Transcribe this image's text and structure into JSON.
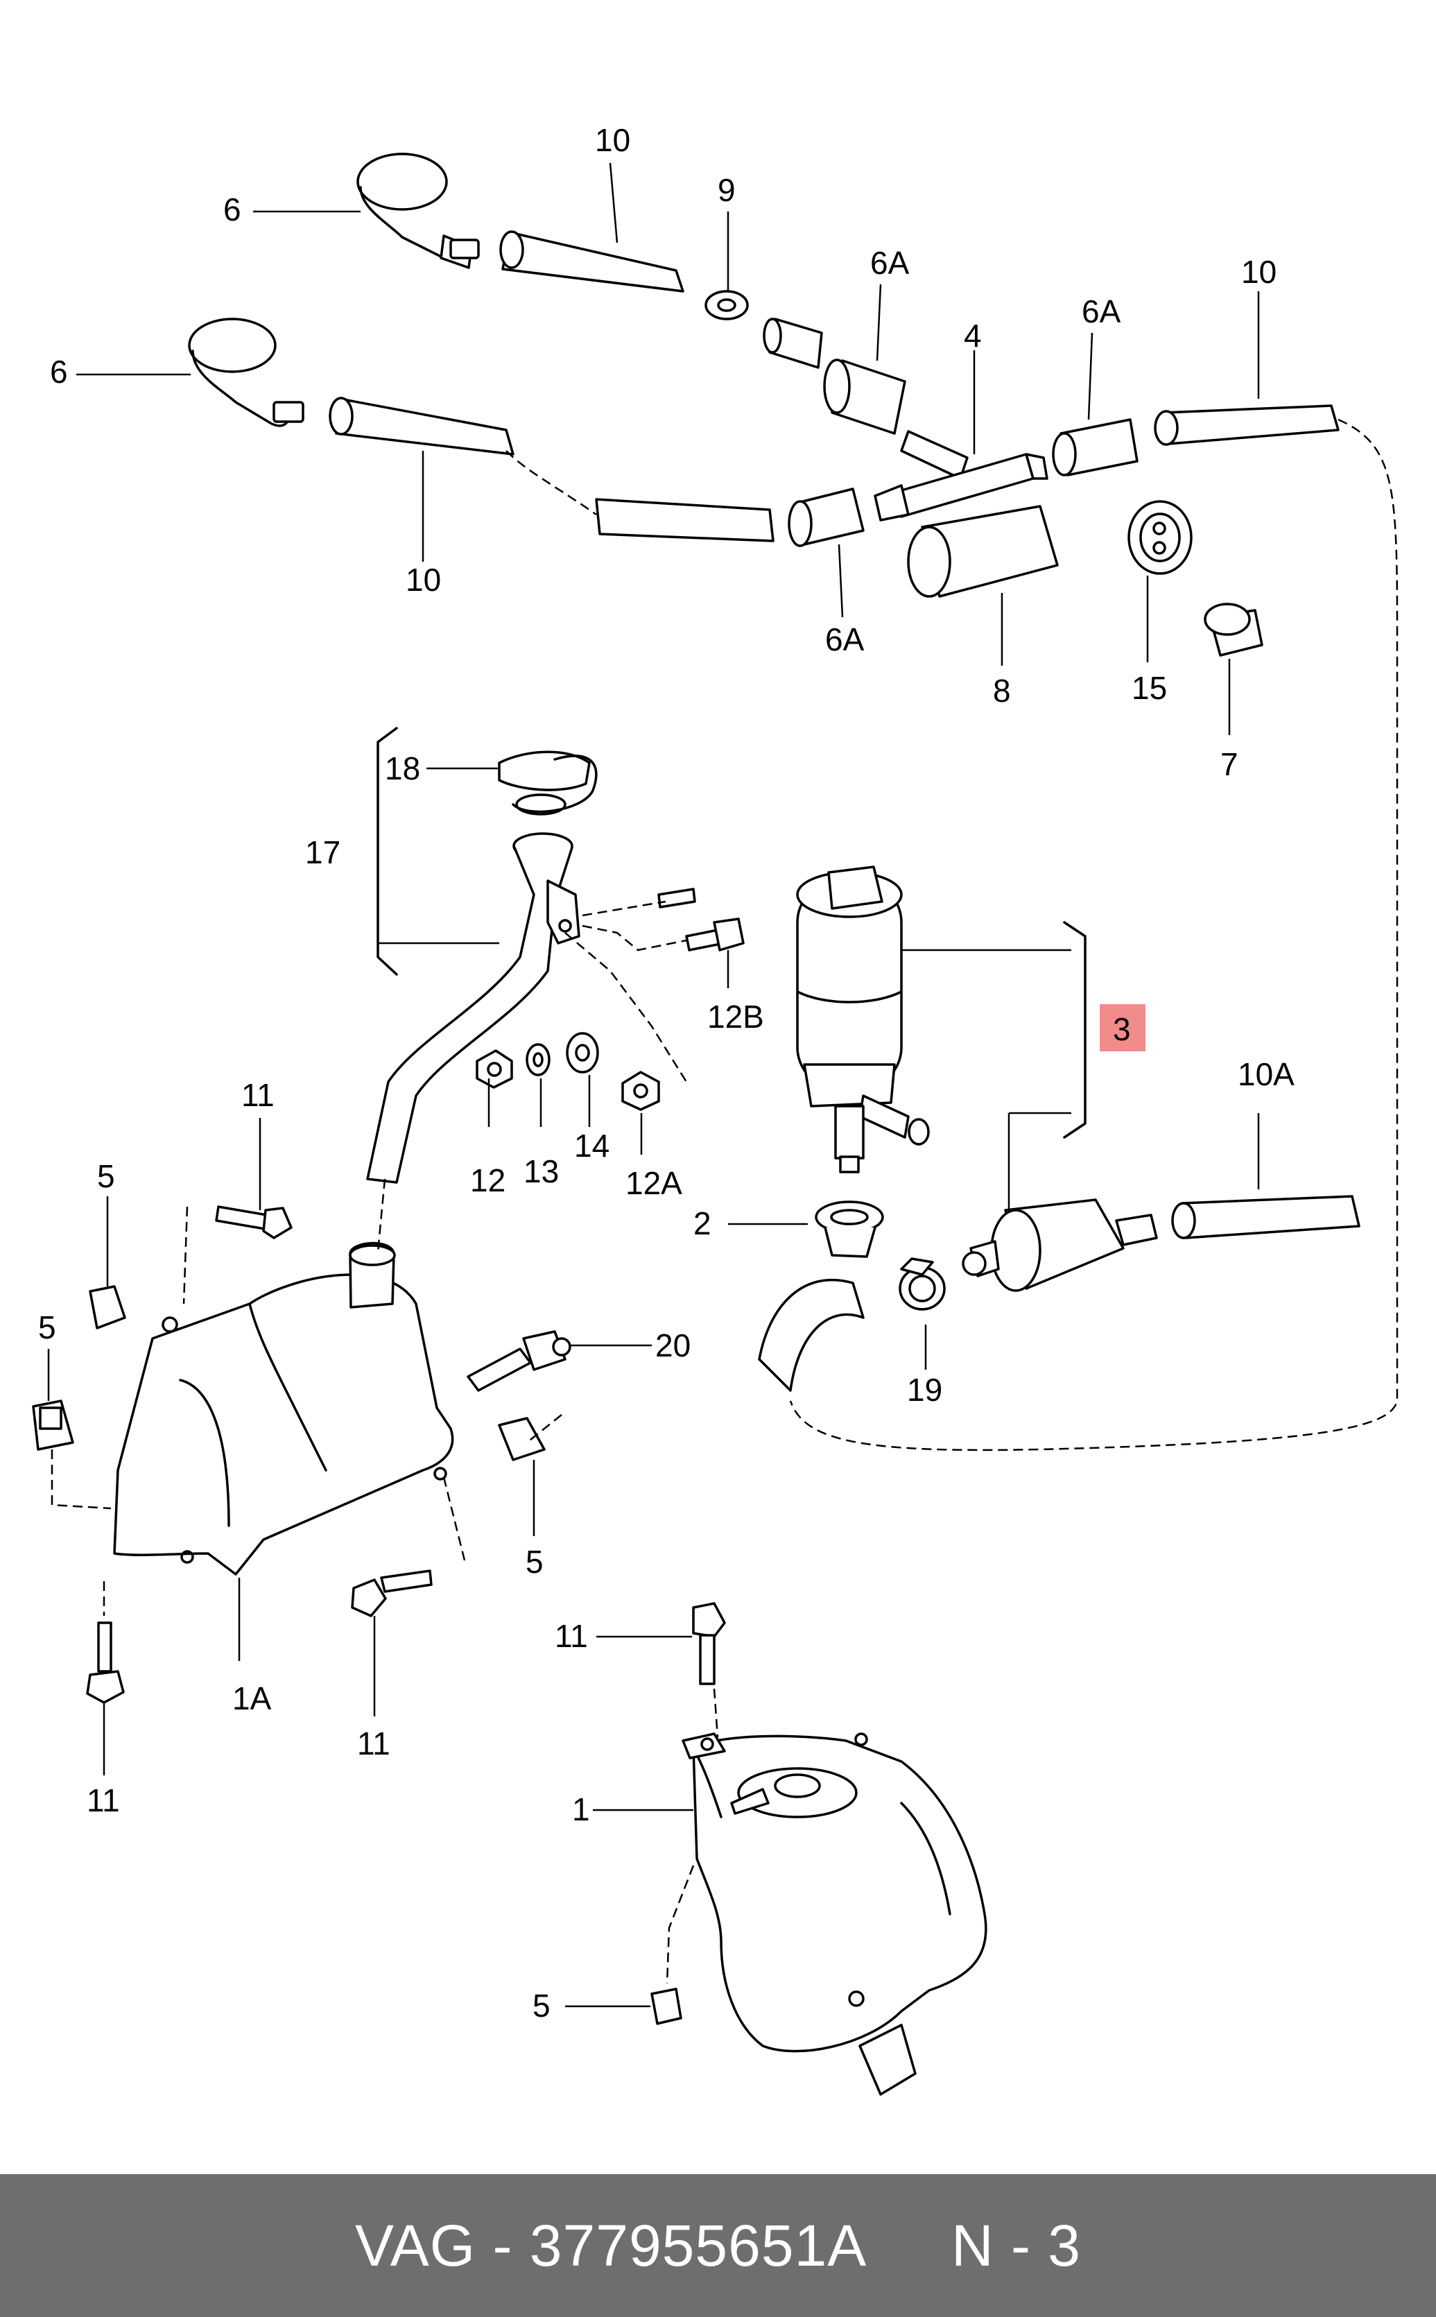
{
  "labels": {
    "p6_top": "6",
    "p6_mid": "6",
    "p10_top": "10",
    "p10_mid": "10",
    "p10_right": "10",
    "p9": "9",
    "p6A_a": "6A",
    "p6A_b": "6A",
    "p6A_c": "6A",
    "p4": "4",
    "p8": "8",
    "p15": "15",
    "p7": "7",
    "p18": "18",
    "p17": "17",
    "p12B": "12B",
    "p3": "3",
    "p10A": "10A",
    "p11_a": "11",
    "p11_b": "11",
    "p11_c": "11",
    "p11_d": "11",
    "p5_a": "5",
    "p5_b": "5",
    "p5_c": "5",
    "p5_d": "5",
    "p12": "12",
    "p13": "13",
    "p14": "14",
    "p12A": "12A",
    "p2": "2",
    "p20": "20",
    "p19": "19",
    "p1A": "1A",
    "p1": "1"
  },
  "highlight_color": "#f28b8b",
  "footer": {
    "brand": "VAG",
    "separator": " - ",
    "part_number": "377955651A",
    "page": "N - 3"
  }
}
